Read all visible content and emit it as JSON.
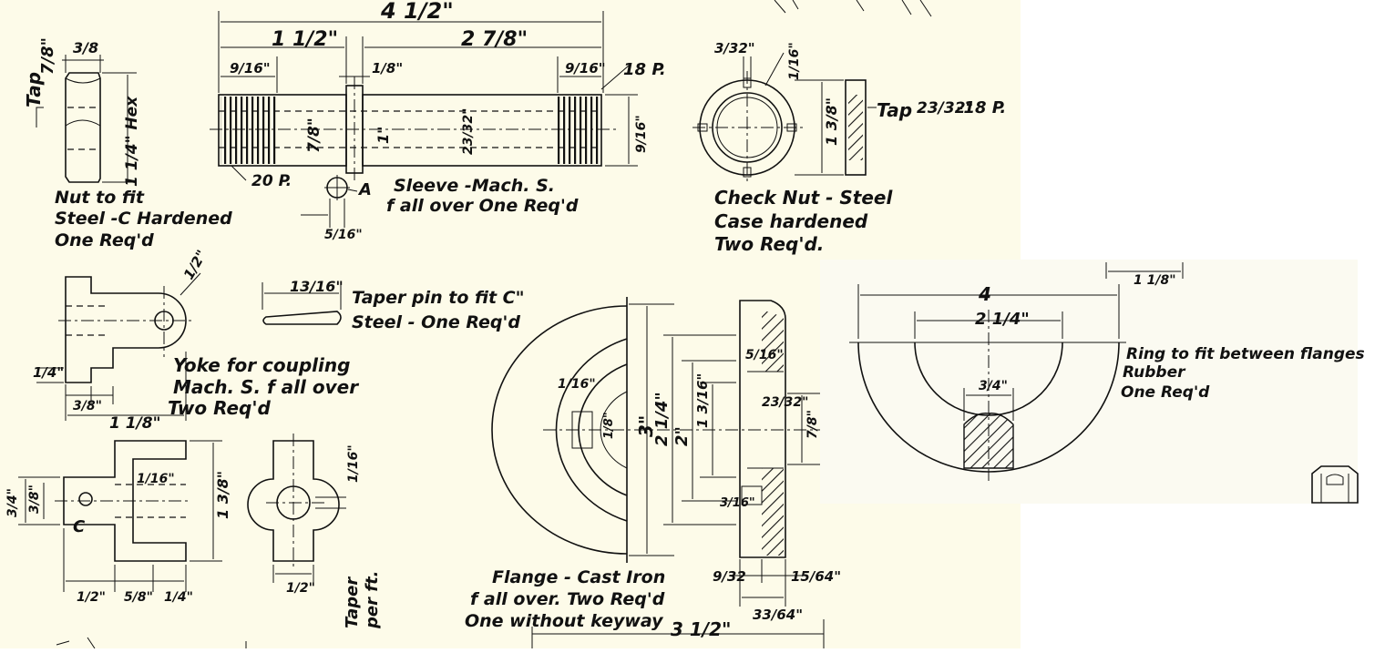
{
  "colors": {
    "paper": "#fdfbe9",
    "ink": "#111111",
    "patch": "#fbfaf1"
  },
  "nut": {
    "tap_label": "Tap",
    "tap_size": "7/8\"",
    "dim_top": "3/8",
    "dim_hex": "1 1/4\" Hex",
    "caption": [
      "Nut to fit",
      "Steel -C Hardened",
      "One Req'd"
    ]
  },
  "sleeve": {
    "overall": "4 1/2\"",
    "left_len": "1 1/2\"",
    "right_len": "2 7/8\"",
    "left_thread": "9/16\"",
    "collar": "1/8\"",
    "right_thread": "9/16\"",
    "right_pitch": "18 P.",
    "left_pitch": "20 P.",
    "dia_left": "7/8\"",
    "dia_mid": "1\"",
    "dia_bore": "23/32\"",
    "dia_right": "9/16\"",
    "hole_label": "A",
    "hole_dim": "5/16\"",
    "caption": [
      "Sleeve -Mach. S.",
      "f all over  One Req'd"
    ]
  },
  "check_nut": {
    "slot": "3/32\"",
    "slot_depth": "1/16\"",
    "height": "1 3/8\"",
    "tap_prefix": "Tap",
    "tap_size": "23/32\"",
    "tap_pitch": "-18 P.",
    "caption": [
      "Check Nut - Steel",
      "Case hardened",
      "Two Req'd."
    ]
  },
  "yoke": {
    "hole_dim": "1/2\"",
    "left_dim": "1/4\"",
    "shank": "3/8\"",
    "width": "1 1/8\"",
    "caption": [
      "Yoke for coupling",
      "Mach. S. f all over",
      "Two Req'd"
    ],
    "dims_bottom": [
      "1/2\"",
      "5/8\"",
      "1/4\""
    ],
    "fork_dim": "1/16\"",
    "height": "1 3/8\"",
    "left_dims": [
      "3/4\"",
      "3/8\""
    ],
    "pin_label": "C",
    "side_top": "1/16\"",
    "side_bottom": "1/2\"",
    "taper_note": [
      "Taper",
      "per ft."
    ]
  },
  "pin": {
    "length": "13/16\"",
    "caption": [
      "Taper pin to fit C\"",
      "Steel - One Req'd"
    ]
  },
  "flange": {
    "d_outer": "3\"",
    "d_mid": "2 1/4\"",
    "d_inner": "2\"",
    "d_hub": "1 3/16\"",
    "d_hub_w": "5/16\"",
    "d_step": "23/32\"",
    "d_bore": "7/8\"",
    "d_key": "1/16\"",
    "d_small": "1/8\"",
    "d_keyway": "3/16\"",
    "bottom_dims": [
      "9/32",
      "15/64\"",
      "33/64\""
    ],
    "caption": [
      "Flange - Cast Iron",
      "f all over. Two Req'd",
      "One without keyway"
    ],
    "bottom_overall": "3 1/2\""
  },
  "ring": {
    "outer": "4",
    "inner": "2 1/4\"",
    "section": "3/4\"",
    "top_dim": "1 1/8\"",
    "caption": [
      "Ring to fit between flanges",
      "Rubber",
      "One Req'd"
    ]
  }
}
